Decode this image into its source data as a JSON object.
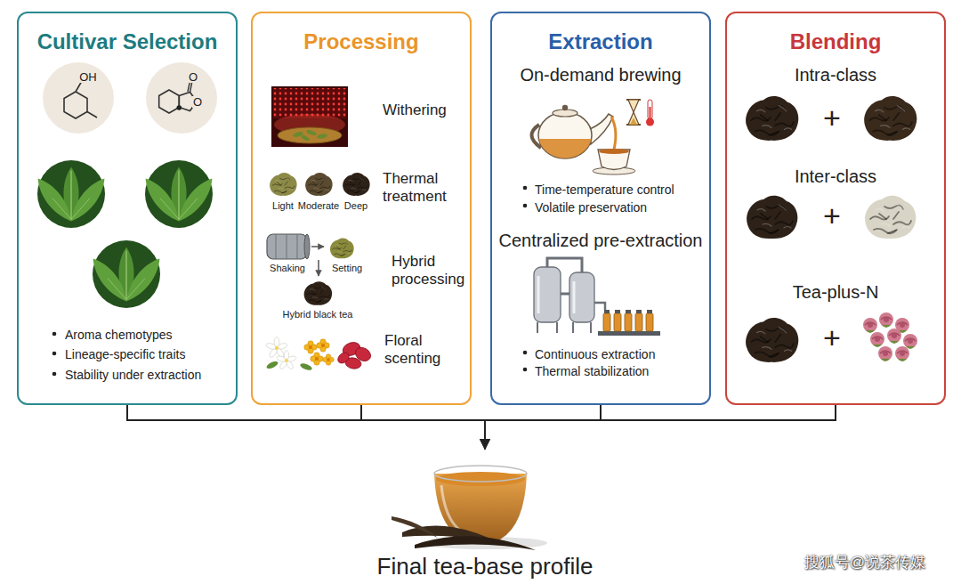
{
  "diagram": {
    "nodes": [
      {
        "text": [
          "Cultivar Selection",
          "Aroma chemotypes",
          "Lineage-specific traits",
          "Stability under extraction"
        ]
      },
      {
        "text": [
          "Processing",
          "Withering",
          "Thermal treatment",
          "Hybrid processing",
          "Floral scenting"
        ]
      },
      {
        "text": [
          "Extraction",
          "On-demand brewing",
          "Time-temperature control",
          "Volatile preservation",
          "Centralized pre-extraction",
          "Continuous extraction",
          "Thermal stabilization"
        ]
      },
      {
        "text": [
          "Blending",
          "Intra-class",
          "Inter-class",
          "Tea-plus-N"
        ]
      },
      {
        "text": [
          "Final tea-base profile"
        ]
      }
    ],
    "edges": [
      {
        "from": 0,
        "to": 4,
        "arrow": "to"
      },
      {
        "from": 1,
        "to": 4,
        "arrow": "to"
      },
      {
        "from": 2,
        "to": 4,
        "arrow": "to"
      },
      {
        "from": 3,
        "to": 4,
        "arrow": "to"
      }
    ],
    "labels": [
      "OH",
      "O",
      "O",
      "Light",
      "Moderate",
      "Deep",
      "Shaking",
      "Setting",
      "Hybrid black tea",
      "+",
      "+",
      "+",
      "搜狐号@说茶传媒"
    ]
  }
}
